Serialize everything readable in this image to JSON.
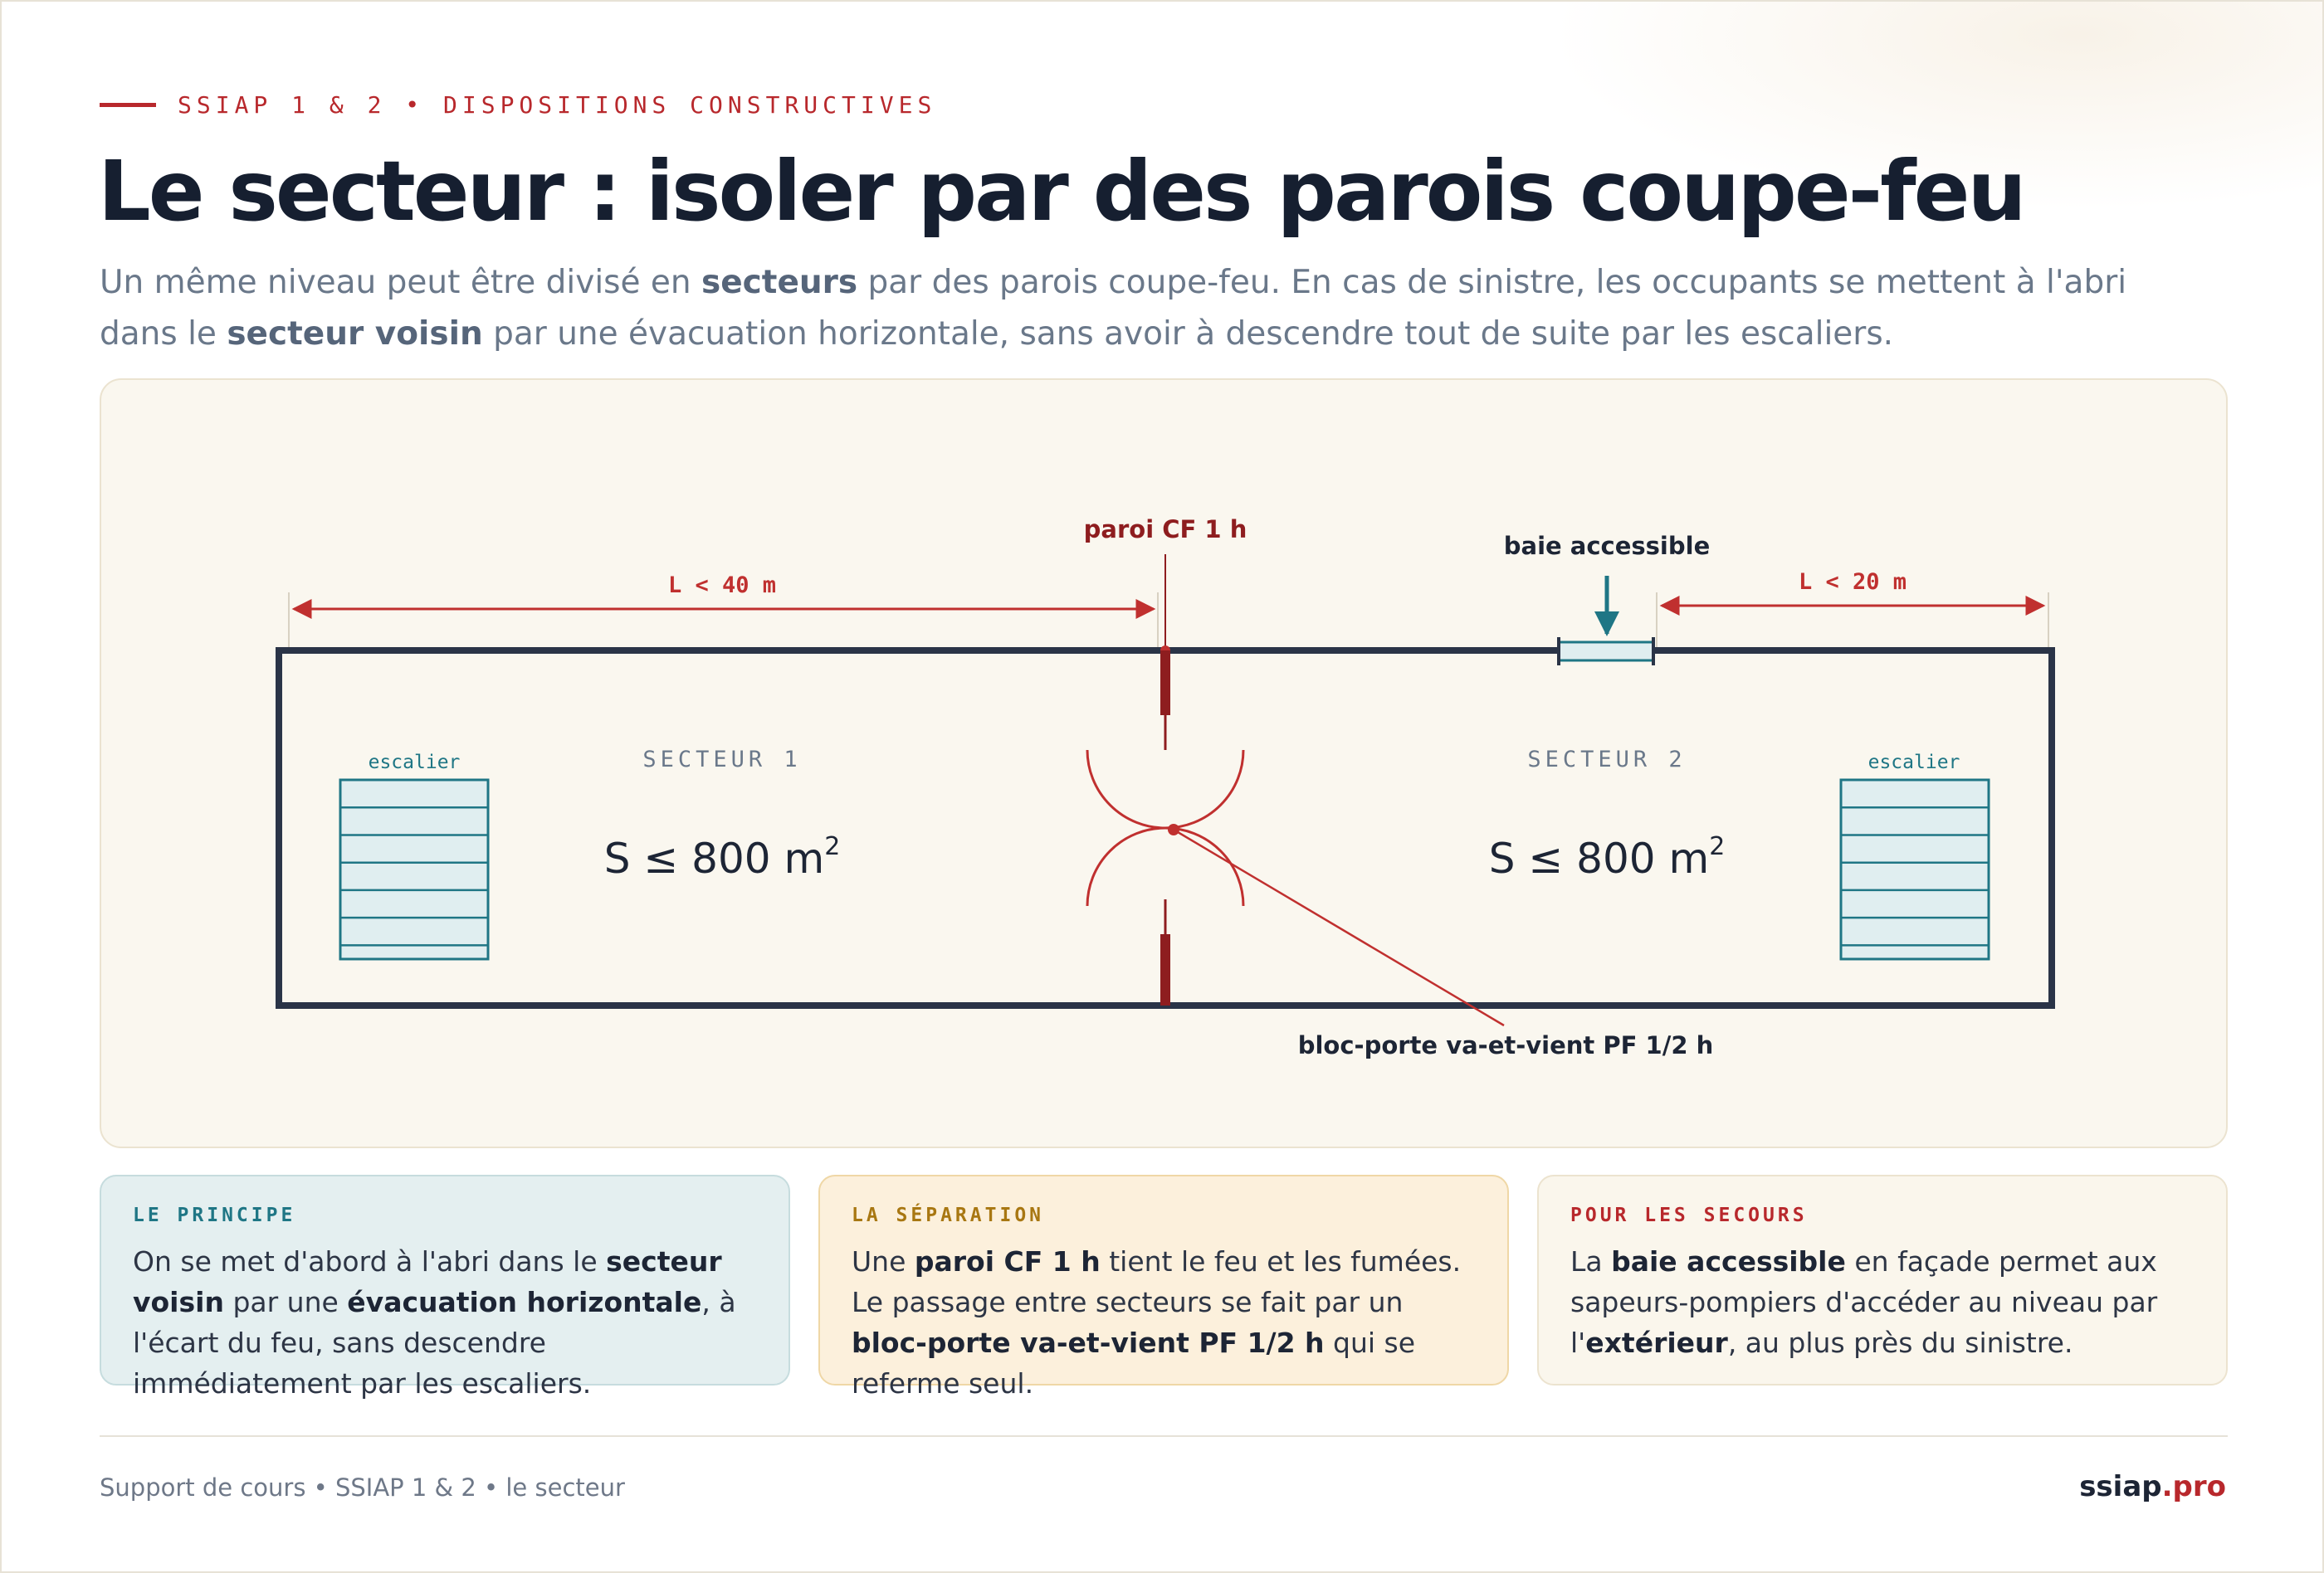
{
  "header": {
    "eyebrow": "SSIAP 1 & 2 • DISPOSITIONS CONSTRUCTIVES",
    "title": "Le secteur : isoler par des parois coupe-feu",
    "subtitle": {
      "p1": "Un même niveau peut être divisé en ",
      "b1": "secteurs",
      "p2": " par des parois coupe-feu. En cas de sinistre, les occupants se mettent à l'abri dans le ",
      "b2": "secteur voisin",
      "p3": " par une évacuation horizontale, sans avoir à descendre tout de suite par les escaliers."
    }
  },
  "diagram": {
    "wall_label": "paroi CF 1 h",
    "window_label": "baie accessible",
    "dim_left": "L < 40 m",
    "dim_right": "L < 20 m",
    "sector1": {
      "name": "SECTEUR 1",
      "area": "S ≤ 800 m",
      "area_exp": "2"
    },
    "sector2": {
      "name": "SECTEUR 2",
      "area": "S ≤ 800 m",
      "area_exp": "2"
    },
    "stair_left": "escalier",
    "stair_right": "escalier",
    "door_label": "bloc-porte va-et-vient PF 1/2 h",
    "colors": {
      "wall": "#2a3447",
      "fire": "#8e1d1f",
      "accent_red": "#c0302f",
      "teal": "#1f7685"
    }
  },
  "cards": [
    {
      "label": "LE PRINCIPE",
      "t1": "On se met d'abord à l'abri dans le ",
      "b1": "secteur voisin",
      "t2": " par une ",
      "b2": "évacuation horizontale",
      "t3": ", à l'écart du feu, sans descendre immédiatement par les escaliers."
    },
    {
      "label": "LA SÉPARATION",
      "t1": "Une ",
      "b1": "paroi CF 1 h",
      "t2": " tient le feu et les fumées. Le passage entre secteurs se fait par un ",
      "b2": "bloc-porte va-et-vient PF 1/2 h",
      "t3": " qui se referme seul."
    },
    {
      "label": "POUR LES SECOURS",
      "t1": "La ",
      "b1": "baie accessible",
      "t2": " en façade permet aux sapeurs-pompiers d'accéder au niveau par l'",
      "b2": "extérieur",
      "t3": ", au plus près du sinistre."
    }
  ],
  "footer": {
    "left": "Support de cours • SSIAP 1 & 2 • le secteur",
    "brand_a": "ssiap",
    "brand_dot": ".",
    "brand_b": "pro"
  }
}
